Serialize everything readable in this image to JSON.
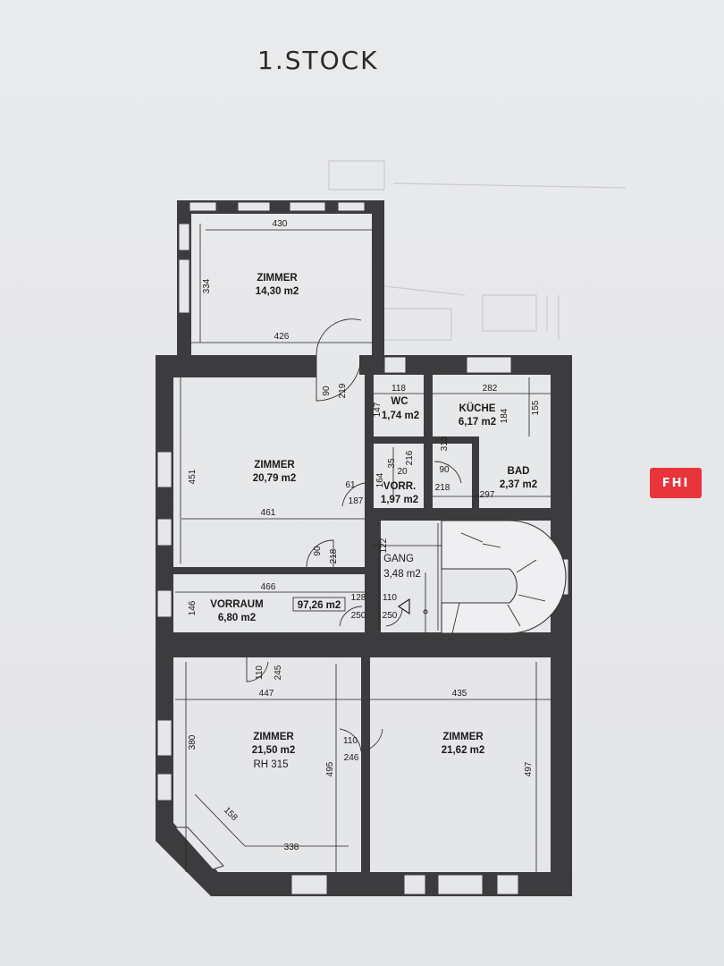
{
  "title": "1.STOCK",
  "rooms": {
    "zimmer_top": {
      "name": "ZIMMER",
      "area": "14,30 m2"
    },
    "zimmer_mid": {
      "name": "ZIMMER",
      "area": "20,79 m2"
    },
    "wc": {
      "name": "WC",
      "area": "1,74 m2"
    },
    "kueche": {
      "name": "KÜCHE",
      "area": "6,17 m2"
    },
    "bad": {
      "name": "BAD",
      "area": "2,37 m2"
    },
    "vorr": {
      "name": "VORR.",
      "area": "1,97 m2"
    },
    "gang": {
      "name": "GANG",
      "area": "3,48 m2"
    },
    "vorraum": {
      "name": "VORRAUM",
      "area": "6,80 m2"
    },
    "zimmer_bl": {
      "name": "ZIMMER",
      "area": "21,50 m2",
      "note": "RH 315"
    },
    "zimmer_br": {
      "name": "ZIMMER",
      "area": "21,62 m2"
    }
  },
  "total_area": "97,26 m2",
  "dimensions": {
    "d430": "430",
    "d334": "334",
    "d426": "426",
    "d90a": "90",
    "d219": "219",
    "d451": "451",
    "d461": "461",
    "d61": "61",
    "d187": "187",
    "d118": "118",
    "d147": "147",
    "d282": "282",
    "d184": "184",
    "d155": "155",
    "d313": "313",
    "d35": "35",
    "d216": "216",
    "d20": "20",
    "d90b": "90",
    "d218a": "218",
    "d297": "297",
    "d164": "164",
    "d122": "122",
    "d90c": "90",
    "d218b": "218",
    "d466": "466",
    "d146": "146",
    "d128": "128",
    "d110a": "110",
    "d250a": "250",
    "d250b": "250",
    "d110b": "110",
    "d245": "245",
    "d447": "447",
    "d435": "435",
    "d380": "380",
    "d495": "495",
    "d110c": "110",
    "d246": "246",
    "d497": "497",
    "d158": "158",
    "d338": "338"
  },
  "logo": {
    "text": "FHI",
    "color": "#e8343b"
  }
}
